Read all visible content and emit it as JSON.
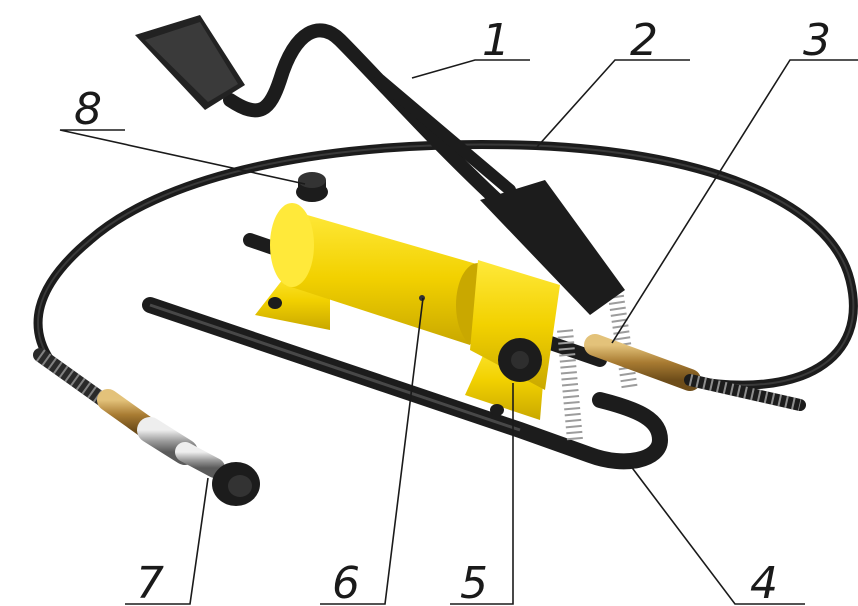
{
  "callouts": [
    {
      "id": "1",
      "label": "1"
    },
    {
      "id": "2",
      "label": "2"
    },
    {
      "id": "3",
      "label": "3"
    },
    {
      "id": "4",
      "label": "4"
    },
    {
      "id": "5",
      "label": "5"
    },
    {
      "id": "6",
      "label": "6"
    },
    {
      "id": "7",
      "label": "7"
    },
    {
      "id": "8",
      "label": "8"
    }
  ],
  "colors": {
    "body_yellow": "#f2d100",
    "frame_black": "#1c1c1c",
    "metal": "#b9b9b9",
    "brass": "#b58a3c",
    "background": "#ffffff"
  }
}
